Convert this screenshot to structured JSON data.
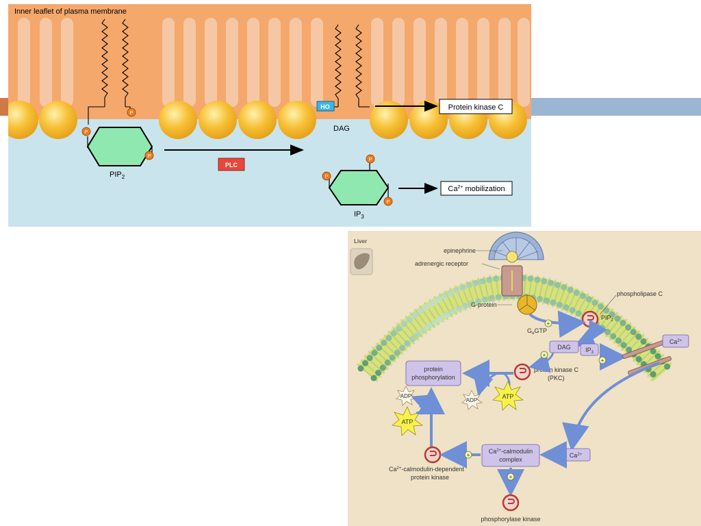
{
  "top_figure": {
    "membrane_title": "Inner leaflet of plasma membrane",
    "pip2_label": "PIP",
    "pip2_sub": "2",
    "plc_label": "PLC",
    "dag_label": "DAG",
    "ho_label": "HO",
    "pkc_box": "Protein kinase C",
    "ip3_label": "IP",
    "ip3_sub": "3",
    "ca_box_pre": "Ca",
    "ca_box_sup": "2+",
    "ca_box_post": " mobilization",
    "p_label": "P"
  },
  "bottom_figure": {
    "liver_label": "Liver",
    "epinephrine": "epinephrine",
    "adrenergic_receptor": "adrenergic receptor",
    "phospholipase_c": "phospholipase C",
    "g_protein": "G-protein",
    "galpha_g": "G",
    "galpha_sub": "α",
    "galpha_gtp": "GTP",
    "pip2_pre": "PIP",
    "pip2_sub": "2",
    "dag": "DAG",
    "ip3_pre": "IP",
    "ip3_sub": "3",
    "ca_pre": "Ca",
    "ca_sup": "2+",
    "protein_phos_1": "protein",
    "protein_phos_2": "phosphorylation",
    "pkc_1": "protein kinase C",
    "pkc_2": "(PKC)",
    "adp": "ADP",
    "atp": "ATP",
    "ca_cal_complex_1_sup": "2+",
    "ca_cal_complex_1_post": "-calmodulin",
    "ca_cal_complex_2": "complex",
    "ca_cal_kinase_1_post": "-calmodulin-dependent",
    "ca_cal_kinase_2": "protein kinase",
    "phosphorylase_kinase": "phosphorylase kinase",
    "plus": "+"
  },
  "colors": {
    "membrane_orange": "#f4a86c",
    "cytosol_blue": "#c9e4ec",
    "lipid_head": "#f7c035",
    "hexagon_green": "#8fe8b0",
    "plc_red": "#e8473a",
    "ho_blue": "#3bb6e6",
    "phosphate_orange": "#f07d1f",
    "band_left": "#cf7a45",
    "band_right": "#9bb6d2",
    "bottom_bg": "#efe2c6",
    "path_blue": "#6f8fd6",
    "box_lilac": "#cfc3ea"
  }
}
